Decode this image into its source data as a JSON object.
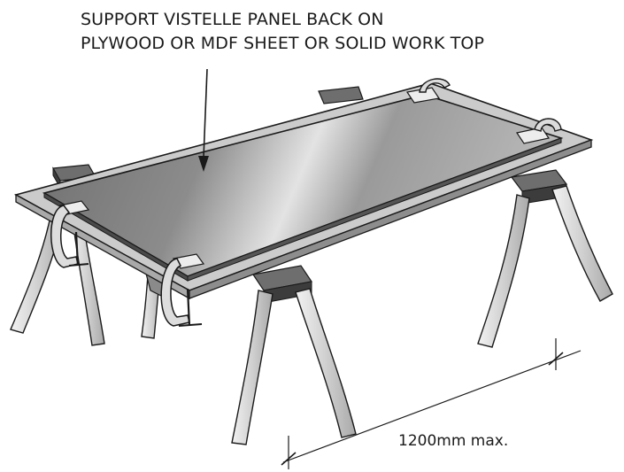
{
  "callout": {
    "line1": "SUPPORT VISTELLE PANEL BACK ON",
    "line2": "PLYWOOD OR MDF SHEET OR SOLID WORK TOP"
  },
  "dimension": {
    "label": "1200mm max."
  },
  "colors": {
    "outline": "#1a1a1a",
    "sheet_fill": "#c9c9c9",
    "panel_dark": "#7a7a7a",
    "panel_light": "#e6e6e6",
    "trestle_metal": "#d9d9d9",
    "block_top": "#6e6e6e",
    "block_side": "#3c3c3c",
    "clamp": "#dddddd"
  }
}
